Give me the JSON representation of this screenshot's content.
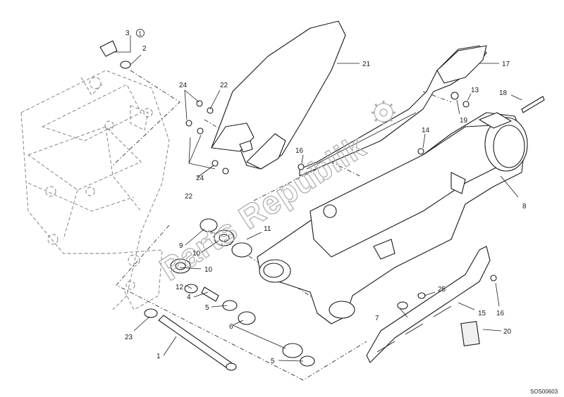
{
  "watermark": {
    "text": "Parts Republik"
  },
  "diagram_code": "SOS00603",
  "callouts": [
    {
      "id": "c1",
      "text": "1"
    },
    {
      "id": "c2",
      "text": "2"
    },
    {
      "id": "c3",
      "text": "3"
    },
    {
      "id": "c3b",
      "text": "1"
    },
    {
      "id": "c4",
      "text": "4"
    },
    {
      "id": "c5a",
      "text": "5"
    },
    {
      "id": "c5b",
      "text": "5"
    },
    {
      "id": "c6",
      "text": "6"
    },
    {
      "id": "c7",
      "text": "7"
    },
    {
      "id": "c8",
      "text": "8"
    },
    {
      "id": "c9",
      "text": "9"
    },
    {
      "id": "c10a",
      "text": "10"
    },
    {
      "id": "c10b",
      "text": "10"
    },
    {
      "id": "c11",
      "text": "11"
    },
    {
      "id": "c12",
      "text": "12"
    },
    {
      "id": "c13",
      "text": "13"
    },
    {
      "id": "c14",
      "text": "14"
    },
    {
      "id": "c15",
      "text": "15"
    },
    {
      "id": "c16a",
      "text": "16"
    },
    {
      "id": "c16b",
      "text": "16"
    },
    {
      "id": "c17",
      "text": "17"
    },
    {
      "id": "c18",
      "text": "18"
    },
    {
      "id": "c19",
      "text": "19"
    },
    {
      "id": "c20",
      "text": "20"
    },
    {
      "id": "c21",
      "text": "21"
    },
    {
      "id": "c22a",
      "text": "22"
    },
    {
      "id": "c22b",
      "text": "22"
    },
    {
      "id": "c23",
      "text": "23"
    },
    {
      "id": "c24a",
      "text": "24"
    },
    {
      "id": "c24b",
      "text": "24"
    },
    {
      "id": "c25",
      "text": "25"
    }
  ]
}
